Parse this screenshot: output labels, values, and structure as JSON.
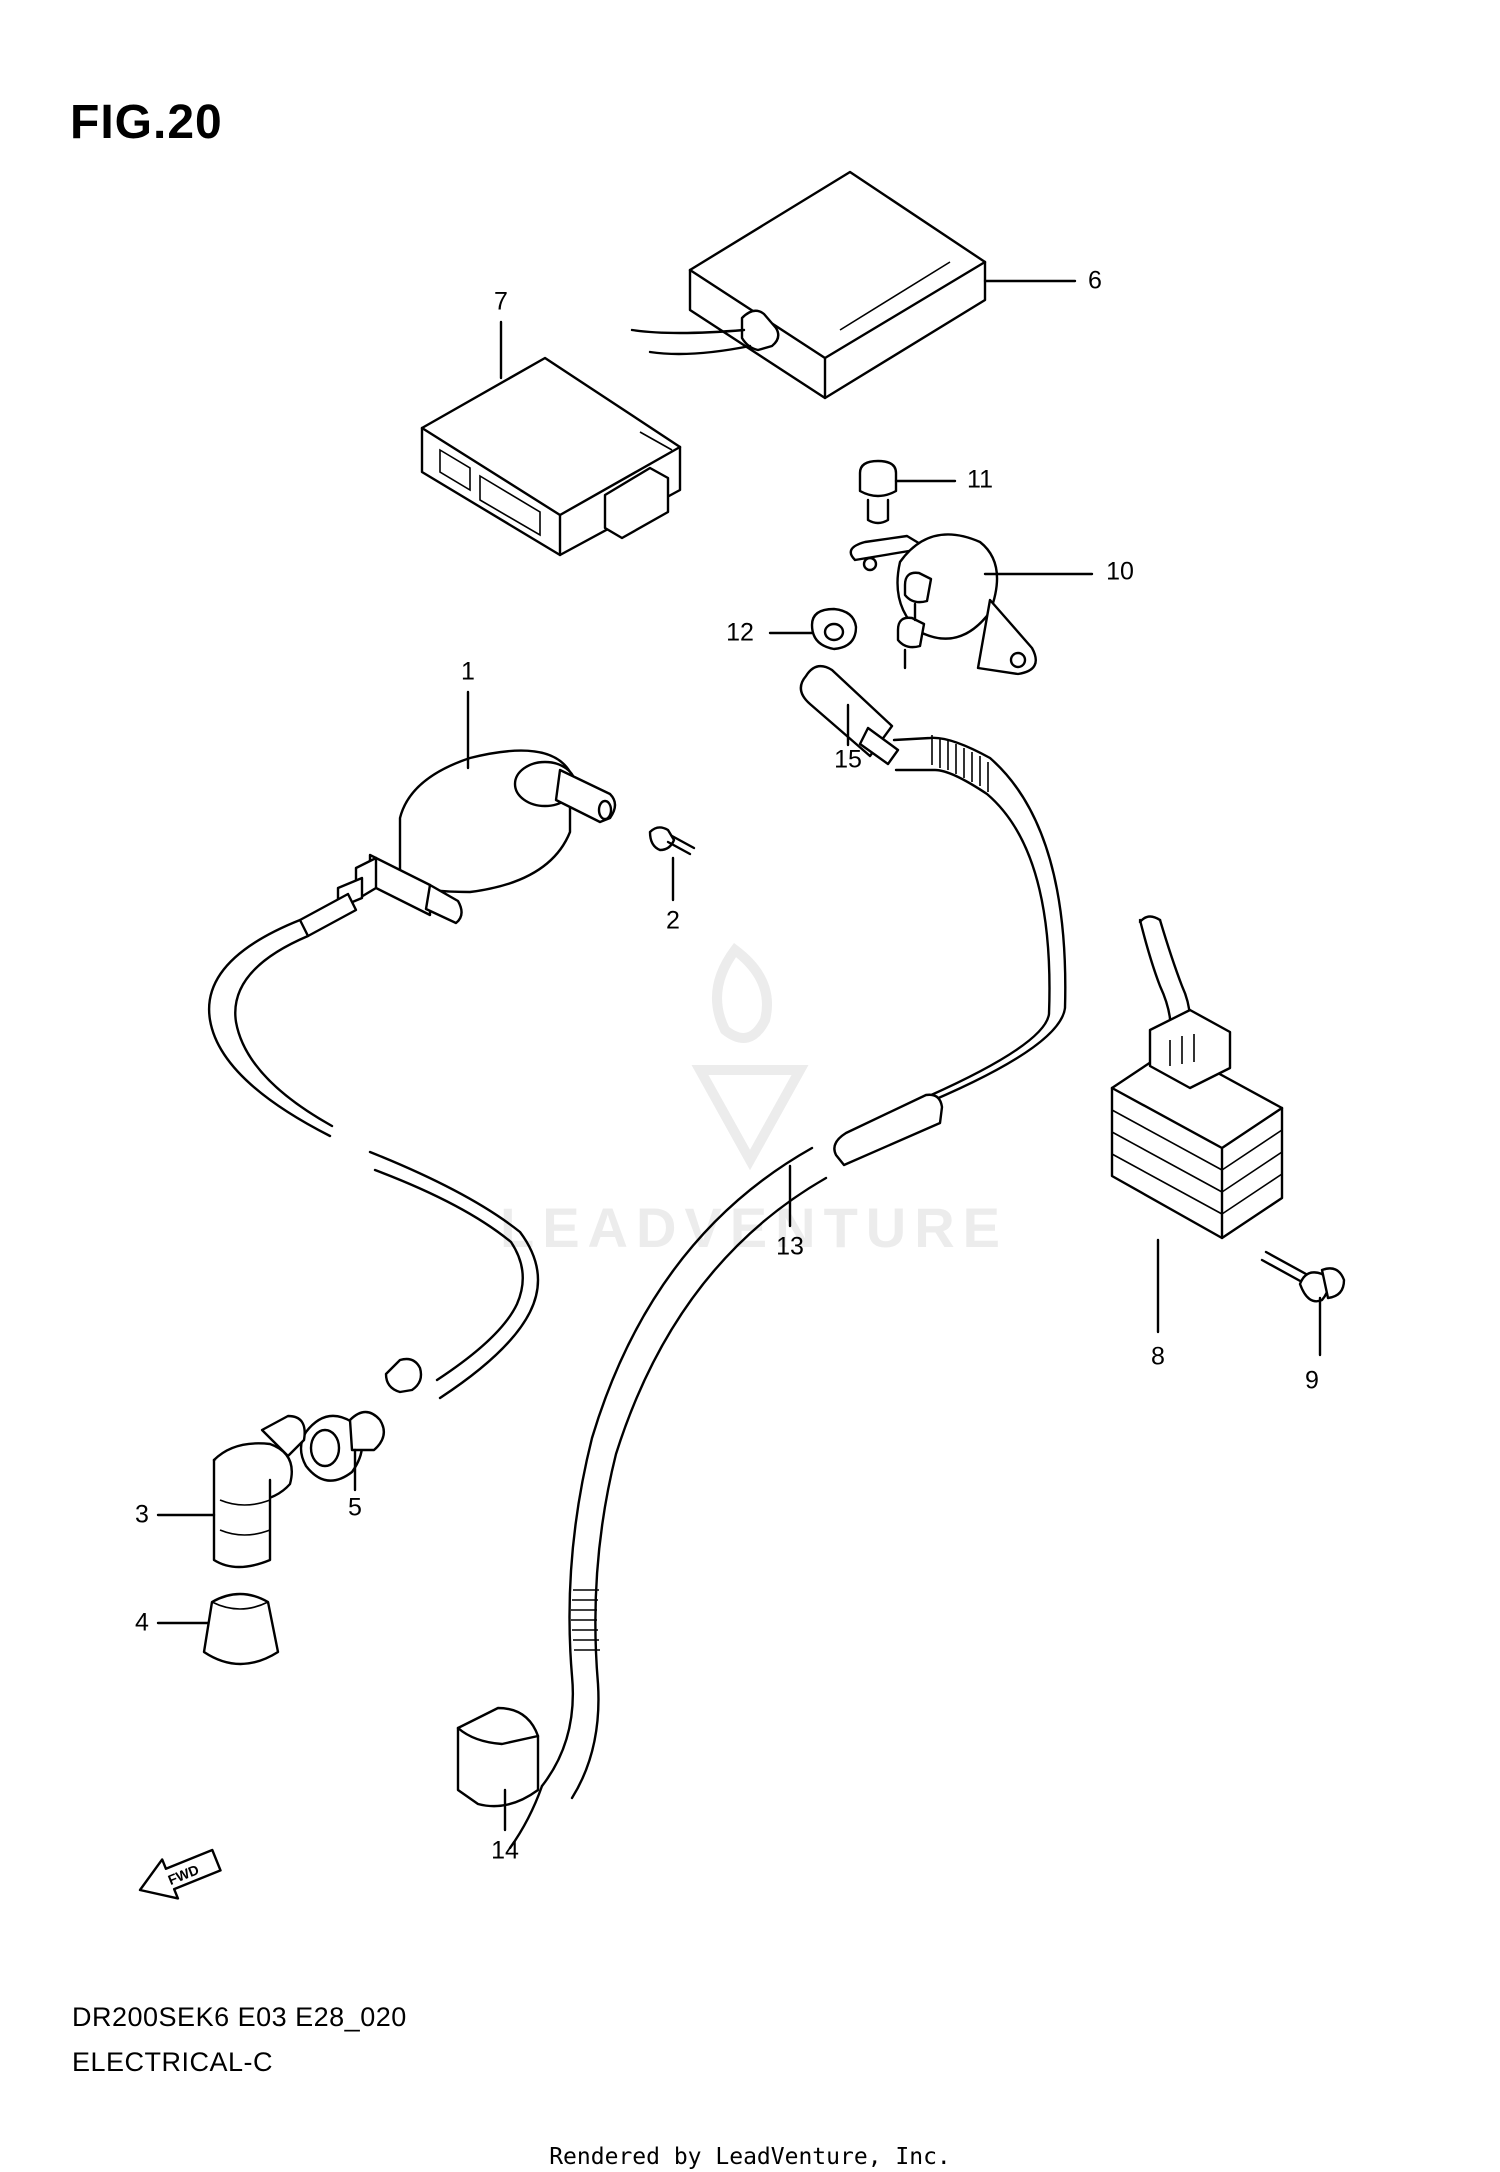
{
  "figure": {
    "title": "FIG.20"
  },
  "callouts": [
    {
      "id": "1",
      "label": "1"
    },
    {
      "id": "2",
      "label": "2"
    },
    {
      "id": "3",
      "label": "3"
    },
    {
      "id": "4",
      "label": "4"
    },
    {
      "id": "5",
      "label": "5"
    },
    {
      "id": "6",
      "label": "6"
    },
    {
      "id": "7",
      "label": "7"
    },
    {
      "id": "8",
      "label": "8"
    },
    {
      "id": "9",
      "label": "9"
    },
    {
      "id": "10",
      "label": "10"
    },
    {
      "id": "11",
      "label": "11"
    },
    {
      "id": "12",
      "label": "12"
    },
    {
      "id": "13",
      "label": "13"
    },
    {
      "id": "14",
      "label": "14"
    },
    {
      "id": "15",
      "label": "15"
    }
  ],
  "fwd_arrow": {
    "label": "FWD"
  },
  "watermark": {
    "text": "LEADVENTURE"
  },
  "footer": {
    "model_code": "DR200SEK6 E03 E28_020",
    "section": "ELECTRICAL-C",
    "rendered_by": "Rendered by LeadVenture, Inc."
  }
}
